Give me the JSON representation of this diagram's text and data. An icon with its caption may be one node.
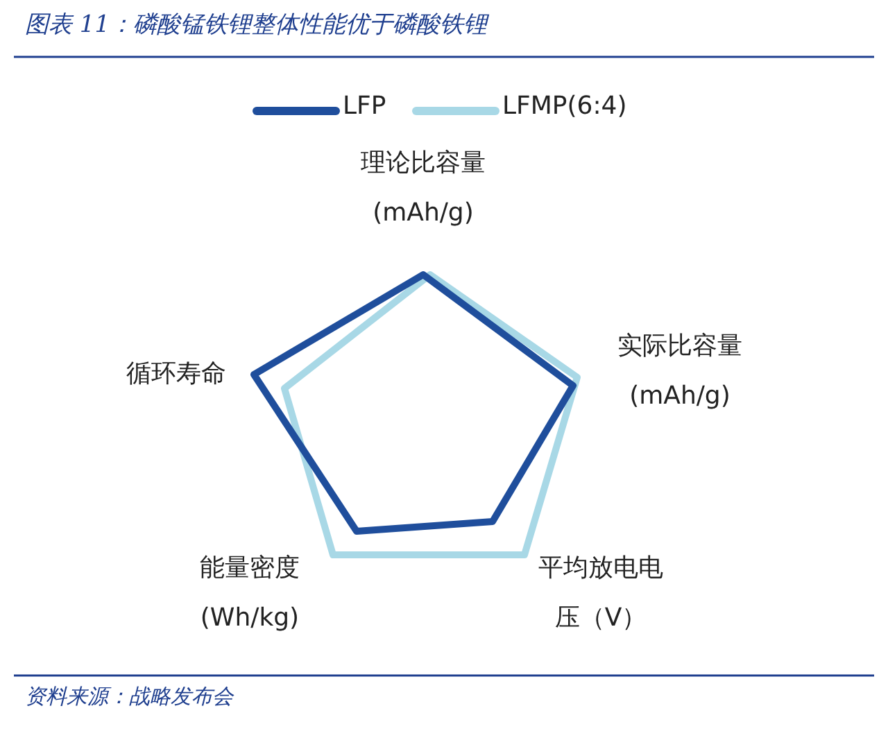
{
  "diagram": {
    "title": "图表 11：磷酸锰铁锂整体性能优于磷酸铁锂",
    "caption": "资料来源：战略发布会",
    "labels": [
      "理论比容量 (mAh/g)",
      "实际比容量 (mAh/g)",
      "平均放电电压（V）",
      "能量密度 (Wh/kg)",
      "循环寿命"
    ],
    "legend": [
      {
        "text": "LFP"
      },
      {
        "text": "LFMP(6:4)"
      }
    ]
  }
}
